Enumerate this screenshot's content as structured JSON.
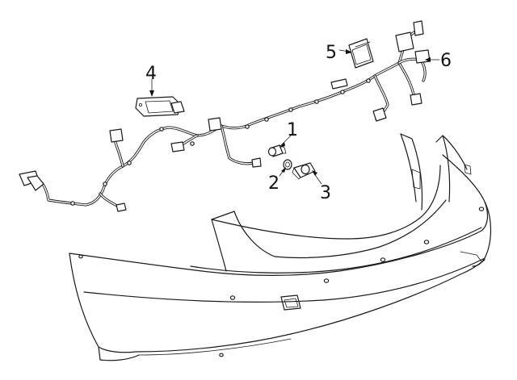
{
  "diagram": {
    "callouts": [
      {
        "id": 1,
        "label": "1"
      },
      {
        "id": 2,
        "label": "2"
      },
      {
        "id": 3,
        "label": "3"
      },
      {
        "id": 4,
        "label": "4"
      },
      {
        "id": 5,
        "label": "5"
      },
      {
        "id": 6,
        "label": "6"
      }
    ]
  }
}
